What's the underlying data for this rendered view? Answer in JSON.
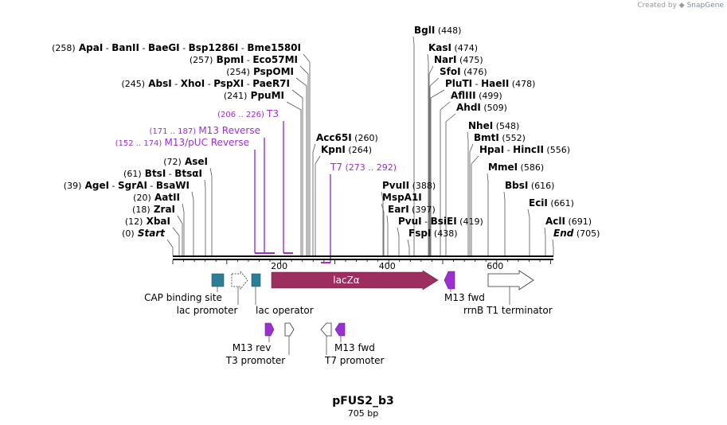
{
  "credit": {
    "prefix": "Created by",
    "brand": "SnapGene"
  },
  "title": "pFUS2_b3",
  "length_label": "705 bp",
  "ruler": {
    "ticks": [
      "200",
      "400",
      "600"
    ]
  },
  "colors": {
    "site_name": "#000000",
    "site_pos": "#000000",
    "primer": "#9b30d0",
    "lacZa_fill": "#9c2f5d",
    "cap_fill": "#2e7d96",
    "lacop_fill": "#2e7d96",
    "m13_arrow": "#9b30d0",
    "leader": "#555555"
  },
  "sites": [
    {
      "segments": [
        {
          "t": "(258)",
          "b": false
        },
        {
          "t": " ApaI",
          "b": true
        },
        {
          "t": "  - ",
          "b": false
        },
        {
          "t": "BanII",
          "b": true
        },
        {
          "t": "  - ",
          "b": false
        },
        {
          "t": "BaeGI",
          "b": true
        },
        {
          "t": "  - ",
          "b": false
        },
        {
          "t": "Bsp1286I",
          "b": true
        },
        {
          "t": "  - ",
          "b": false
        },
        {
          "t": "Bme1580I",
          "b": true
        }
      ]
    },
    {
      "segments": [
        {
          "t": "(257)",
          "b": false
        },
        {
          "t": " BpmI",
          "b": true
        },
        {
          "t": " - ",
          "b": false
        },
        {
          "t": "Eco57MI",
          "b": true
        }
      ]
    },
    {
      "segments": [
        {
          "t": "(254)",
          "b": false
        },
        {
          "t": " PspOMI",
          "b": true
        }
      ]
    },
    {
      "segments": [
        {
          "t": "(245)",
          "b": false
        },
        {
          "t": " AbsI",
          "b": true
        },
        {
          "t": " - ",
          "b": false
        },
        {
          "t": "XhoI",
          "b": true
        },
        {
          "t": " - ",
          "b": false
        },
        {
          "t": "PspXI",
          "b": true
        },
        {
          "t": " - ",
          "b": false
        },
        {
          "t": "PaeR7I",
          "b": true
        }
      ]
    },
    {
      "segments": [
        {
          "t": "(241)",
          "b": false
        },
        {
          "t": " PpuMI",
          "b": true
        }
      ]
    },
    {
      "segments": [
        {
          "t": "(72)",
          "b": false
        },
        {
          "t": " AseI",
          "b": true
        }
      ]
    },
    {
      "segments": [
        {
          "t": "(61)",
          "b": false
        },
        {
          "t": " BtsI",
          "b": true
        },
        {
          "t": " - ",
          "b": false
        },
        {
          "t": "BtsαI",
          "b": true
        }
      ]
    },
    {
      "segments": [
        {
          "t": "(39)",
          "b": false
        },
        {
          "t": " AgeI",
          "b": true
        },
        {
          "t": " - ",
          "b": false
        },
        {
          "t": "SgrAI",
          "b": true
        },
        {
          "t": " - ",
          "b": false
        },
        {
          "t": "BsaWI",
          "b": true
        }
      ]
    },
    {
      "segments": [
        {
          "t": "(20)",
          "b": false
        },
        {
          "t": " AatII",
          "b": true
        }
      ]
    },
    {
      "segments": [
        {
          "t": "(18)",
          "b": false
        },
        {
          "t": " ZraI",
          "b": true
        }
      ]
    },
    {
      "segments": [
        {
          "t": "(12)",
          "b": false
        },
        {
          "t": " XbaI",
          "b": true
        }
      ]
    },
    {
      "segments": [
        {
          "t": "(0)",
          "b": false
        },
        {
          "t": " Start",
          "b": true,
          "i": true
        }
      ]
    },
    {
      "segments": [
        {
          "t": "Acc65I",
          "b": true
        },
        {
          "t": "  (260)",
          "b": false
        }
      ]
    },
    {
      "segments": [
        {
          "t": "KpnI",
          "b": true
        },
        {
          "t": "  (264)",
          "b": false
        }
      ]
    },
    {
      "segments": [
        {
          "t": "BglI",
          "b": true
        },
        {
          "t": "  (448)",
          "b": false
        }
      ]
    },
    {
      "segments": [
        {
          "t": "KasI",
          "b": true
        },
        {
          "t": "  (474)",
          "b": false
        }
      ]
    },
    {
      "segments": [
        {
          "t": "NarI",
          "b": true
        },
        {
          "t": "  (475)",
          "b": false
        }
      ]
    },
    {
      "segments": [
        {
          "t": "SfoI",
          "b": true
        },
        {
          "t": "  (476)",
          "b": false
        }
      ]
    },
    {
      "segments": [
        {
          "t": "PluTI",
          "b": true
        },
        {
          "t": " - ",
          "b": false
        },
        {
          "t": "HaeII",
          "b": true
        },
        {
          "t": "  (478)",
          "b": false
        }
      ]
    },
    {
      "segments": [
        {
          "t": "AflIII",
          "b": true
        },
        {
          "t": "  (499)",
          "b": false
        }
      ]
    },
    {
      "segments": [
        {
          "t": "AhdI",
          "b": true
        },
        {
          "t": "  (509)",
          "b": false
        }
      ]
    },
    {
      "segments": [
        {
          "t": "NheI",
          "b": true
        },
        {
          "t": "  (548)",
          "b": false
        }
      ]
    },
    {
      "segments": [
        {
          "t": "BmtI",
          "b": true
        },
        {
          "t": "  (552)",
          "b": false
        }
      ]
    },
    {
      "segments": [
        {
          "t": "HpaI",
          "b": true
        },
        {
          "t": " - ",
          "b": false
        },
        {
          "t": "HincII",
          "b": true
        },
        {
          "t": "  (556)",
          "b": false
        }
      ]
    },
    {
      "segments": [
        {
          "t": "MmeI",
          "b": true
        },
        {
          "t": "  (586)",
          "b": false
        }
      ]
    },
    {
      "segments": [
        {
          "t": "BbsI",
          "b": true
        },
        {
          "t": "  (616)",
          "b": false
        }
      ]
    },
    {
      "segments": [
        {
          "t": "EciI",
          "b": true
        },
        {
          "t": "  (661)",
          "b": false
        }
      ]
    },
    {
      "segments": [
        {
          "t": "AclI",
          "b": true
        },
        {
          "t": "  (691)",
          "b": false
        }
      ]
    },
    {
      "segments": [
        {
          "t": "End",
          "b": true,
          "i": true
        },
        {
          "t": "  (705)",
          "b": false
        }
      ]
    },
    {
      "segments": [
        {
          "t": "PvuII",
          "b": true
        },
        {
          "t": "  (388)",
          "b": false
        }
      ]
    },
    {
      "segments": [
        {
          "t": "MspA1I",
          "b": true
        }
      ]
    },
    {
      "segments": [
        {
          "t": "EarI",
          "b": true
        },
        {
          "t": "  (397)",
          "b": false
        }
      ]
    },
    {
      "segments": [
        {
          "t": "PvuI",
          "b": true
        },
        {
          "t": " - ",
          "b": false
        },
        {
          "t": "BsiEI",
          "b": true
        },
        {
          "t": "  (419)",
          "b": false
        }
      ]
    },
    {
      "segments": [
        {
          "t": "FspI",
          "b": true
        },
        {
          "t": "  (438)",
          "b": false
        }
      ]
    }
  ],
  "primers": [
    {
      "pos": "(206 .. 226)",
      "name": "T3"
    },
    {
      "pos": "(171 .. 187)",
      "name": "M13 Reverse"
    },
    {
      "pos": "(152 .. 174)",
      "name": "M13/pUC Reverse"
    },
    {
      "pos": "(273 .. 292)",
      "name": "T7"
    }
  ],
  "features": [
    {
      "name": "lacZα",
      "kind": "lacZa"
    },
    {
      "name": "CAP binding site",
      "kind": "cap"
    },
    {
      "name": "lac promoter",
      "kind": "lacprom"
    },
    {
      "name": "lac operator",
      "kind": "lacop"
    },
    {
      "name": "M13 fwd",
      "kind": "m13fwd"
    },
    {
      "name": "rrnB T1 terminator",
      "kind": "rrnb"
    },
    {
      "name": "M13 rev",
      "kind": "m13rev"
    },
    {
      "name": "T3 promoter",
      "kind": "t3"
    },
    {
      "name": "M13 fwd",
      "kind": "m13fwd2"
    },
    {
      "name": "T7 promoter",
      "kind": "t7"
    }
  ]
}
